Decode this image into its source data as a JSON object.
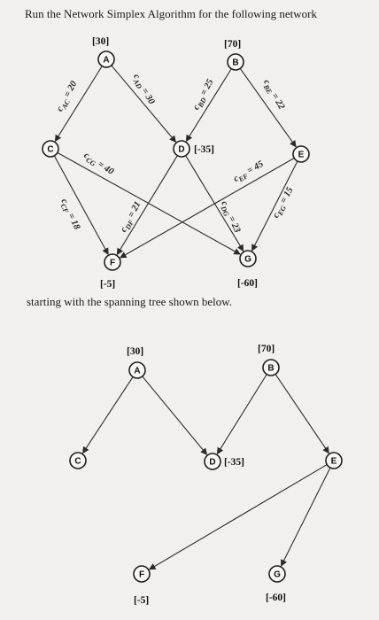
{
  "heading": "Run the Network Simplex Algorithm for the following network",
  "subheading": "starting with the spanning tree shown below.",
  "network": {
    "nodes": [
      {
        "id": "A",
        "supply": "[30]"
      },
      {
        "id": "B",
        "supply": "[70]"
      },
      {
        "id": "C",
        "supply": ""
      },
      {
        "id": "D",
        "supply": "[-35]"
      },
      {
        "id": "E",
        "supply": ""
      },
      {
        "id": "F",
        "supply": "[-5]"
      },
      {
        "id": "G",
        "supply": "[-60]"
      }
    ],
    "arcs": [
      {
        "from": "A",
        "to": "C",
        "cost": "c_AC = 20"
      },
      {
        "from": "A",
        "to": "D",
        "cost": "c_AD = 30"
      },
      {
        "from": "B",
        "to": "D",
        "cost": "c_BD = 25"
      },
      {
        "from": "B",
        "to": "E",
        "cost": "c_BE = 22"
      },
      {
        "from": "C",
        "to": "G",
        "cost": "c_CG = 40"
      },
      {
        "from": "C",
        "to": "F",
        "cost": "c_CF = 18"
      },
      {
        "from": "D",
        "to": "F",
        "cost": "c_DF = 21"
      },
      {
        "from": "E",
        "to": "F",
        "cost": "c_EF = 45"
      },
      {
        "from": "D",
        "to": "G",
        "cost": "c_DG = 23"
      },
      {
        "from": "E",
        "to": "G",
        "cost": "c_EG = 15"
      }
    ]
  },
  "tree": {
    "nodes": [
      {
        "id": "A",
        "supply": "[30]"
      },
      {
        "id": "B",
        "supply": "[70]"
      },
      {
        "id": "C",
        "supply": ""
      },
      {
        "id": "D",
        "supply": "[-35]"
      },
      {
        "id": "E",
        "supply": ""
      },
      {
        "id": "F",
        "supply": "[-5]"
      },
      {
        "id": "G",
        "supply": "[-60]"
      }
    ],
    "arcs": [
      {
        "from": "A",
        "to": "C"
      },
      {
        "from": "A",
        "to": "D"
      },
      {
        "from": "B",
        "to": "D"
      },
      {
        "from": "B",
        "to": "E"
      },
      {
        "from": "E",
        "to": "F"
      },
      {
        "from": "E",
        "to": "G"
      }
    ]
  }
}
